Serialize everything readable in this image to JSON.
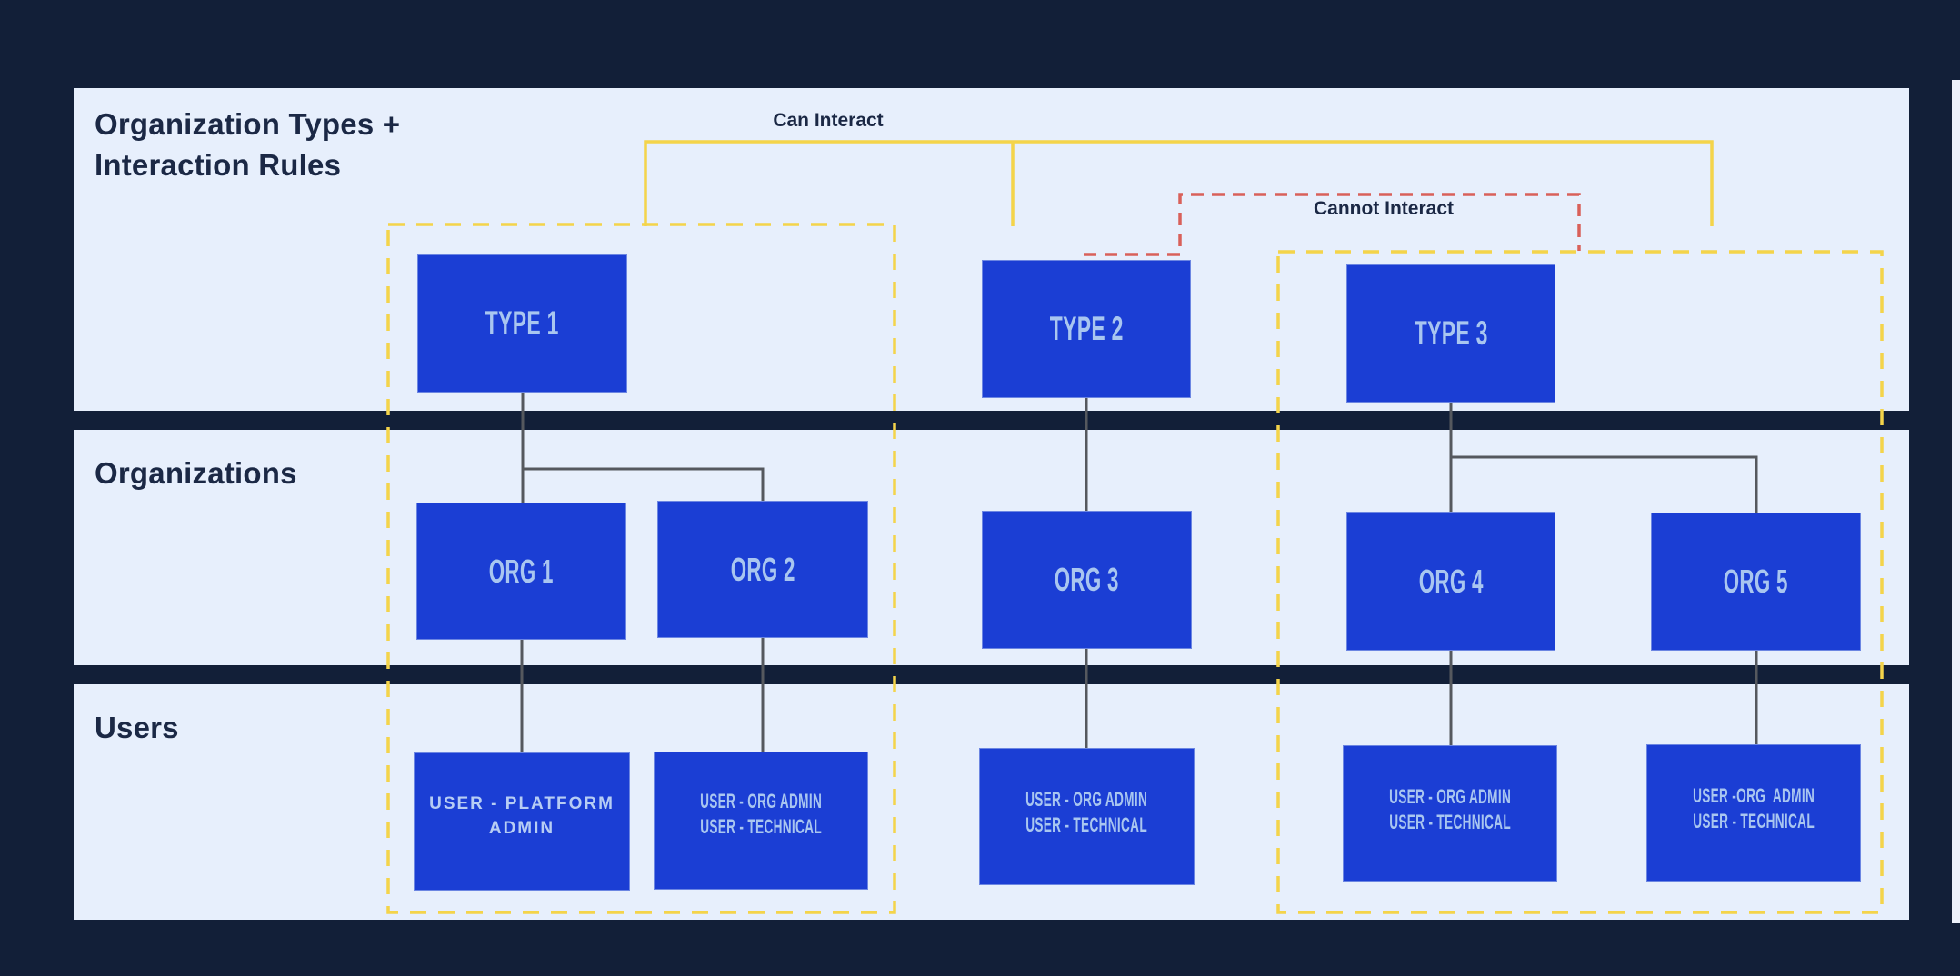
{
  "diagram": {
    "band_titles": {
      "top": [
        "Organization Types +",
        "Interaction Rules"
      ],
      "middle": "Organizations",
      "bottom": "Users"
    },
    "legend": {
      "can_interact": "Can Interact",
      "cannot_interact": "Cannot Interact"
    },
    "types": [
      {
        "label": "TYPE 1"
      },
      {
        "label": "TYPE 2"
      },
      {
        "label": "TYPE 3"
      }
    ],
    "orgs": [
      {
        "label": "ORG 1"
      },
      {
        "label": "ORG 2"
      },
      {
        "label": "ORG 3"
      },
      {
        "label": "ORG 4"
      },
      {
        "label": "ORG 5"
      }
    ],
    "users": [
      {
        "lines": [
          "USER - PLATFORM",
          "ADMIN"
        ]
      },
      {
        "lines": [
          "USER - ORG ADMIN",
          "USER - TECHNICAL"
        ]
      },
      {
        "lines": [
          "USER - ORG ADMIN",
          "USER - TECHNICAL"
        ]
      },
      {
        "lines": [
          "USER - ORG ADMIN",
          "USER - TECHNICAL"
        ]
      },
      {
        "lines": [
          "USER -ORG  ADMIN",
          "USER - TECHNICAL"
        ]
      }
    ],
    "colors": {
      "background": "#121f38",
      "band": "#e7effc",
      "right_strip": "#edf1fb",
      "box_blue": "#1b3ed4",
      "box_text": "#a9c6f0",
      "accent_yellow": "#f4d44a",
      "accent_red": "#d9605a",
      "connector_gray": "#55585e",
      "heading_navy": "#1b2845"
    }
  }
}
